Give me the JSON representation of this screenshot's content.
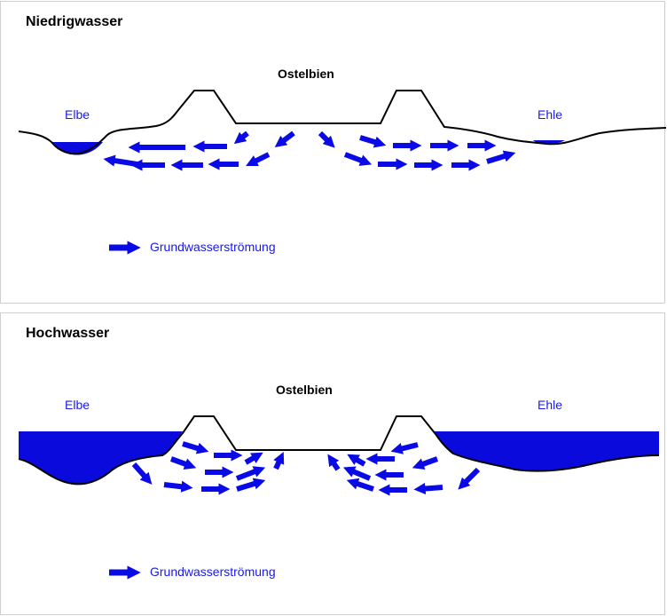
{
  "colors": {
    "water": "#0a0adc",
    "arrow": "#0a0ae6",
    "label": "#1a1ae6",
    "ground": "#000000"
  },
  "panels": [
    {
      "title": "Niedrigwasser",
      "center_label": "Ostelbien",
      "left_river": "Elbe",
      "right_river": "Ehle",
      "legend": "Grundwasserströmung"
    },
    {
      "title": "Hochwasser",
      "center_label": "Ostelbien",
      "left_river": "Elbe",
      "right_river": "Ehle",
      "legend": "Grundwasserströmung"
    }
  ]
}
